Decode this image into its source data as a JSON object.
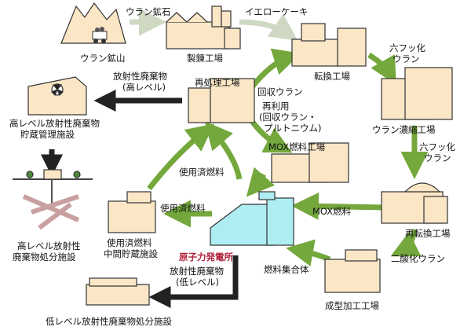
{
  "colors": {
    "building_fill": "#fbe6c6",
    "building_stroke": "#333333",
    "plant_fill": "#aeeef3",
    "arrow_green": "#74a83c",
    "arrow_gray": "#cfd8c3",
    "arrow_black": "#222222",
    "label_red": "#b0203a"
  },
  "facilities": {
    "uranium_mine": "ウラン鉱山",
    "refinery": "製錬工場",
    "conversion": "転換工場",
    "enrichment": "ウラン濃縮工場",
    "reconversion": "再転換工場",
    "fabrication": "成型加工工場",
    "power_plant": "原子力発電所",
    "interim_storage": [
      "使用済燃料",
      "中間貯蔵施設"
    ],
    "reprocessing": "再処理工場",
    "mox_plant": "MOX燃料工場",
    "hlw_storage": [
      "高レベル放射性廃棄物",
      "貯蔵管理施設"
    ],
    "hlw_disposal": [
      "高レベル放射性",
      "廃棄物処分施設"
    ],
    "llw_disposal": "低レベル放射性廃棄物処分施設"
  },
  "flows": {
    "uranium_ore": "ウラン鉱石",
    "yellowcake": "イエローケーキ",
    "uf6_natural": [
      "六フッ化",
      "ウラン"
    ],
    "uf6_enriched": [
      "六フッ化",
      "ウラン"
    ],
    "uranium_dioxide": "二酸化ウラン",
    "fuel_assembly": "燃料集合体",
    "mox_fuel": "MOX燃料",
    "spent_fuel_to_storage": "使用済燃料",
    "spent_fuel_to_reprocessing": "使用済燃料",
    "recovered_uranium": "回収ウラン",
    "reuse": [
      "再利用",
      "(回収ウラン・",
      "プルトニウム)"
    ],
    "hlw": [
      "放射性廃棄物",
      "(高レベル)"
    ],
    "llw": [
      "放射性廃棄物",
      "(低レベル)"
    ]
  }
}
